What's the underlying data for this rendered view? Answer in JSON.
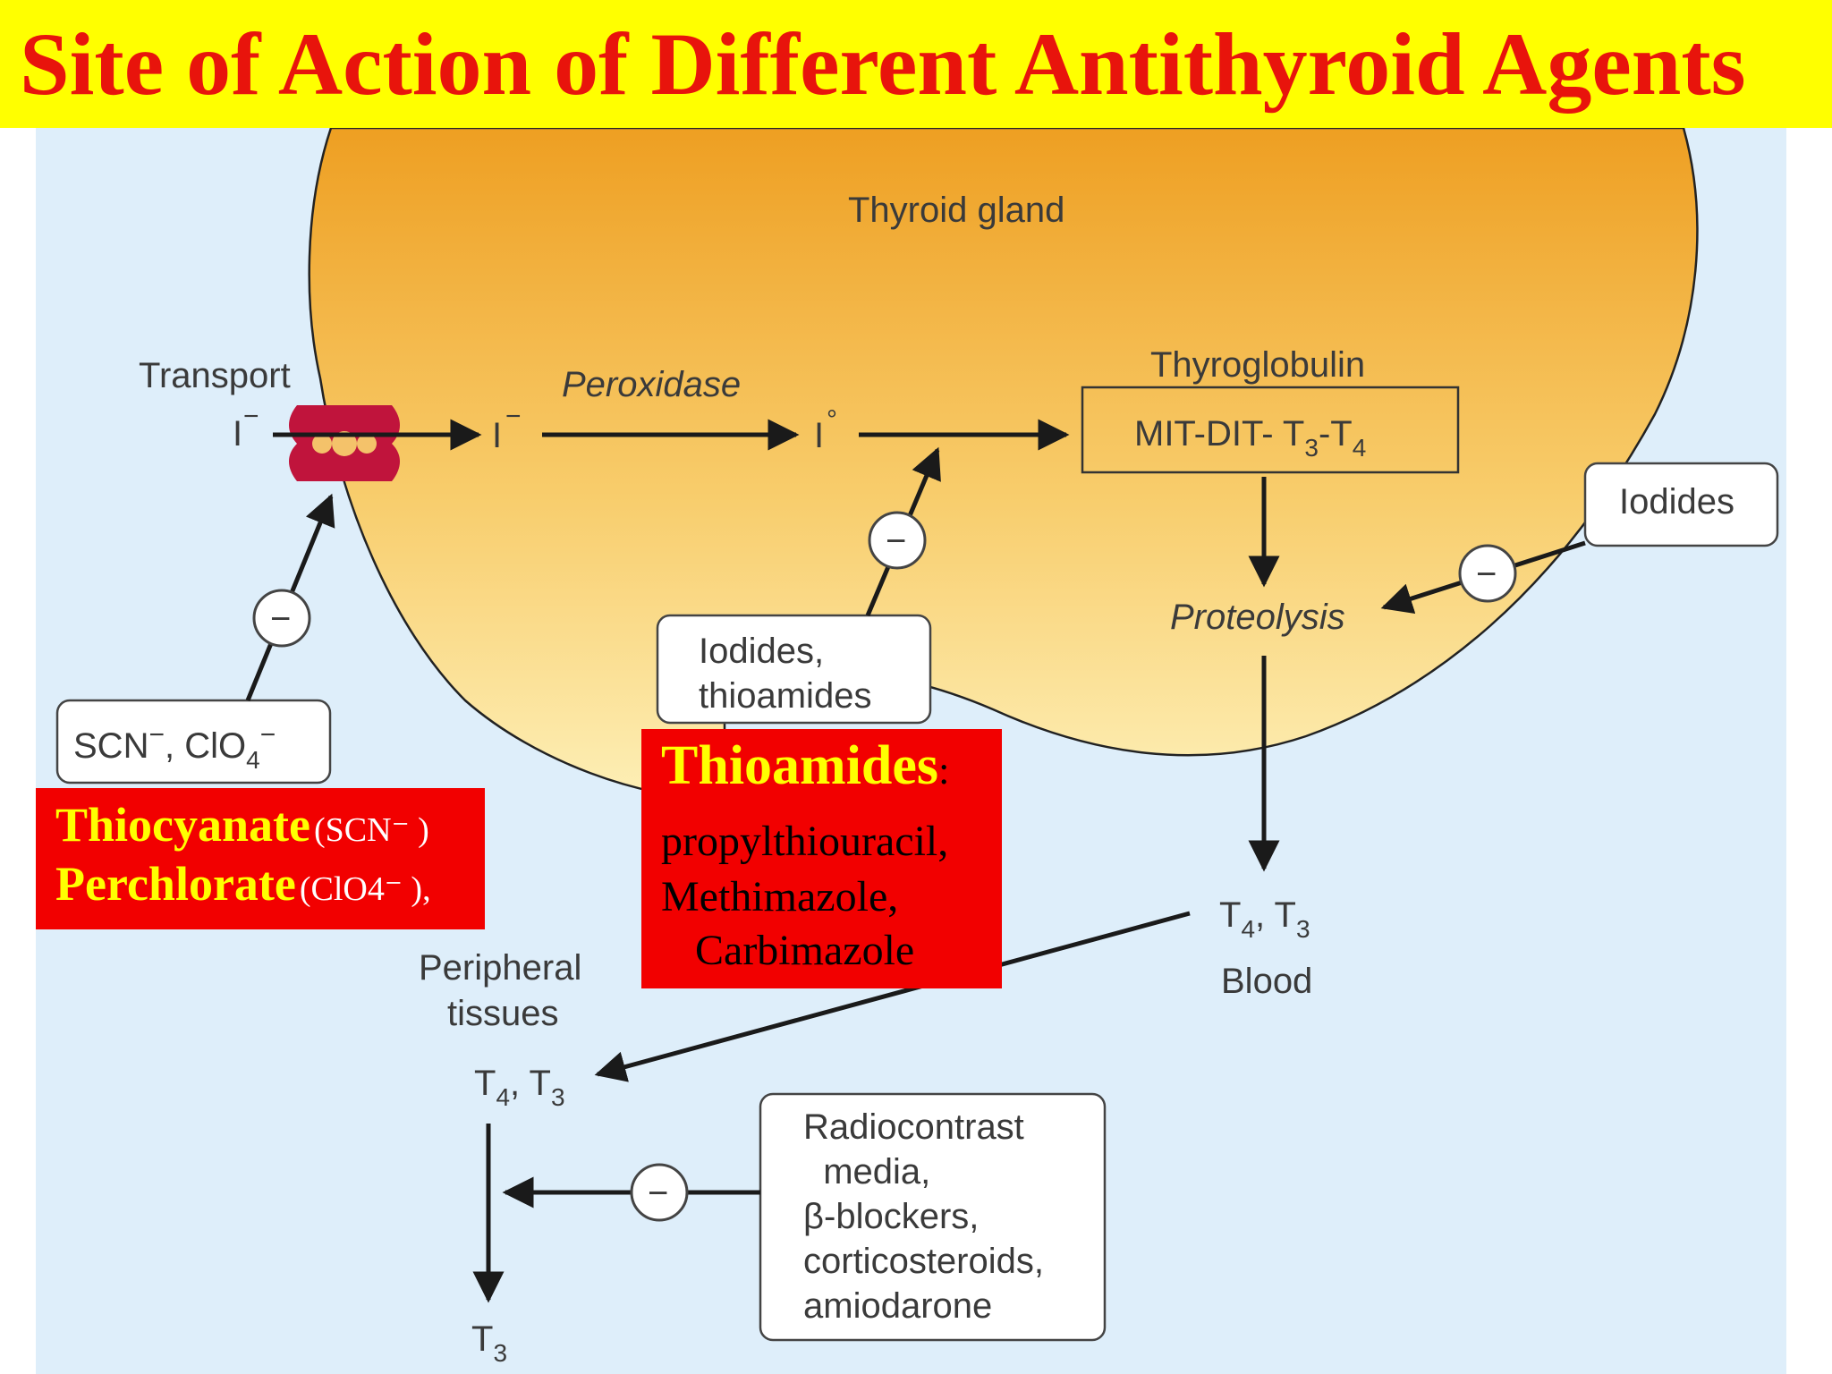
{
  "title": "Site of Action of Different Antithyroid Agents",
  "labels": {
    "thyroid_gland": "Thyroid gland",
    "transport": "Transport",
    "iodide_ion_1": "I",
    "iodide_ion_1_charge": "−",
    "iodide_ion_2": "I",
    "iodide_ion_2_charge": "−",
    "peroxidase": "Peroxidase",
    "iodine": "I",
    "iodine_degree": "°",
    "thyroglobulin": "Thyroglobulin",
    "thyroglobulin_box": "MIT-DIT- T",
    "thyroglobulin_box_sub1": "3",
    "thyroglobulin_box_dash": "-T",
    "thyroglobulin_box_sub2": "4",
    "iodides_right": "Iodides",
    "proteolysis": "Proteolysis",
    "iodides_thioamides_line1": "Iodides,",
    "iodides_thioamides_line2": "thioamides",
    "scn_clo4": "SCN",
    "scn_clo4_charge": "−",
    "scn_clo4_mid": ", ClO",
    "scn_clo4_sub": "4",
    "scn_clo4_charge2": "−",
    "blood_t": "T",
    "blood_t_sub1": "4",
    "blood_t_mid": ", T",
    "blood_t_sub2": "3",
    "blood": "Blood",
    "peripheral_line1": "Peripheral",
    "peripheral_line2": "tissues",
    "periph_t": "T",
    "periph_t_sub1": "4",
    "periph_t_mid": ", T",
    "periph_t_sub2": "3",
    "t3_bottom": "T",
    "t3_bottom_sub": "3",
    "radiocontrast_lines": [
      "Radiocontrast",
      "  media,",
      "β-blockers,",
      "corticosteroids,",
      "amiodarone"
    ],
    "minus_sign": "−"
  },
  "callouts": {
    "thiocyanate_name": "Thiocyanate",
    "thiocyanate_formula": "(SCN⁻ )",
    "perchlorate_name": "Perchlorate",
    "perchlorate_formula": "(ClO4⁻ ),",
    "thioamides_heading": "Thioamides",
    "thioamides_colon": ":",
    "thioamides_drug1": "propylthiouracil,",
    "thioamides_drug2": "Methimazole,",
    "thioamides_drug3": "Carbimazole"
  },
  "colors": {
    "title_bg": "#ffff00",
    "title_text": "#e8140c",
    "panel_bg": "#deeefa",
    "gland_top": "#f0a428",
    "gland_bottom": "#fdeaa8",
    "transporter": "#c0143c",
    "callout_bg": "#f20000",
    "callout_heading": "#ffff00"
  }
}
